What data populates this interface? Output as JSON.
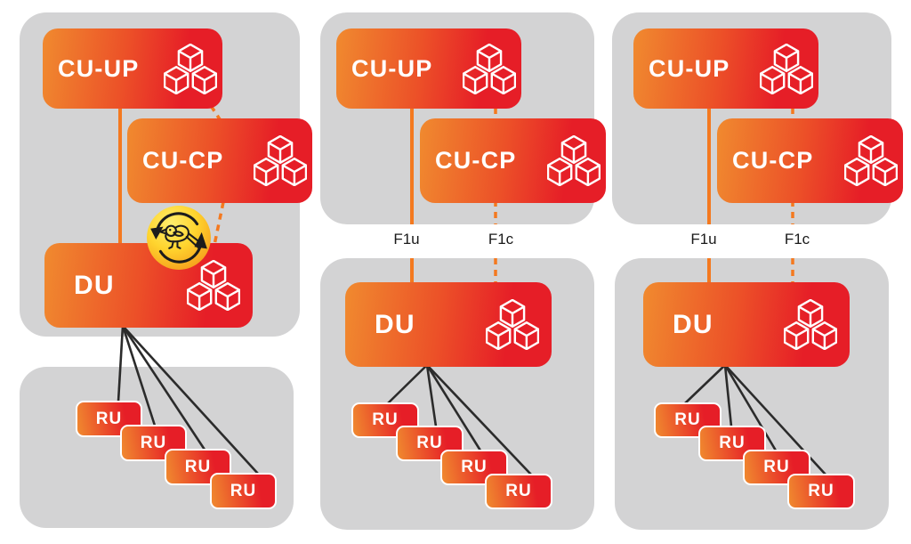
{
  "panels": [
    {
      "cu_up": "CU-UP",
      "cu_cp": "CU-CP",
      "du": "DU",
      "ru": [
        "RU",
        "RU",
        "RU",
        "RU"
      ]
    },
    {
      "cu_up": "CU-UP",
      "cu_cp": "CU-CP",
      "du": "DU",
      "f1u": "F1u",
      "f1c": "F1c",
      "ru": [
        "RU",
        "RU",
        "RU",
        "RU"
      ]
    },
    {
      "cu_up": "CU-UP",
      "cu_cp": "CU-CP",
      "du": "DU",
      "f1u": "F1u",
      "f1c": "F1c",
      "ru": [
        "RU",
        "RU",
        "RU",
        "RU"
      ]
    }
  ],
  "icons": {
    "cubes": "cubes-cluster-icon",
    "canary": "canary-bird-refresh-icon"
  },
  "colors": {
    "panel_bg": "#d3d3d4",
    "box_gradient_left": "#f08a2f",
    "box_gradient_right": "#e61e27",
    "connector": "#f4791f",
    "fan_line": "#2b2b2b",
    "canary_light": "#ffec66",
    "canary_deep": "#f59c1b",
    "box_text": "#ffffff",
    "interface_text": "#1a1a1a"
  }
}
